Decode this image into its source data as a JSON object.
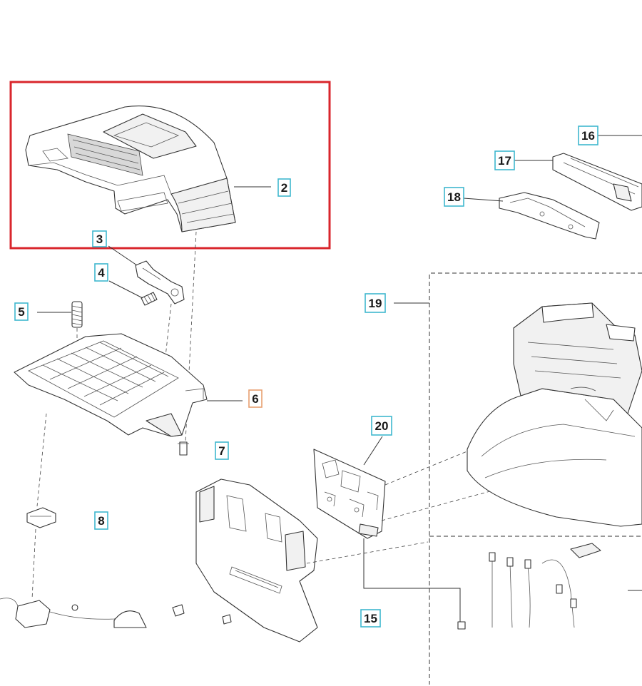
{
  "callouts": {
    "c2": "2",
    "c3": "3",
    "c4": "4",
    "c5": "5",
    "c6": "6",
    "c7": "7",
    "c8": "8",
    "c15": "15",
    "c16": "16",
    "c17": "17",
    "c18": "18",
    "c19": "19",
    "c20": "20"
  },
  "colors": {
    "highlight_frame": "#d9262c",
    "callout_box": "#3fb7cf",
    "callout_box_warning": "#e8a070",
    "line_art": "#333333"
  },
  "cover_logo_icon": "brand-wordmark-icon"
}
